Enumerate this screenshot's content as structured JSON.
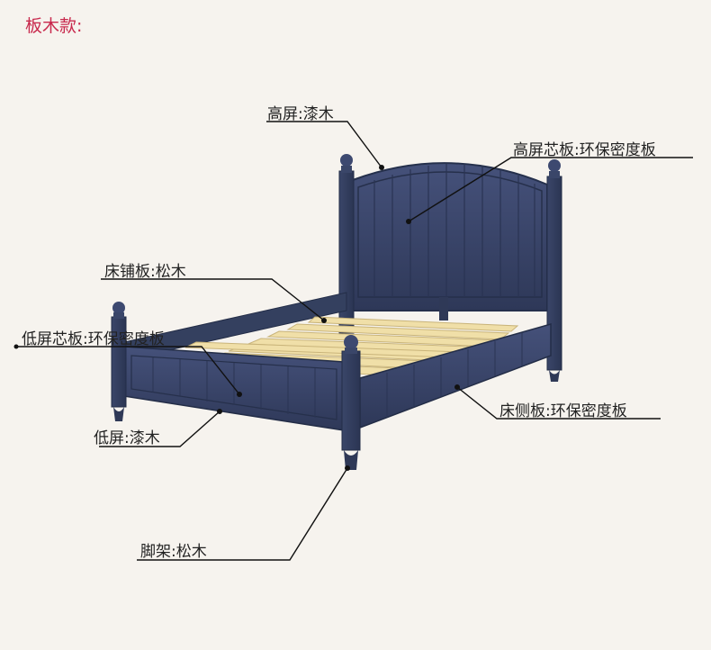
{
  "section_title": "板木款:",
  "labels": {
    "headboard": "高屏:漆木",
    "headboard_panel": "高屏芯板:环保密度板",
    "slats": "床铺板:松木",
    "footboard_panel": "低屏芯板:环保密度板",
    "side_rail": "床侧板:环保密度板",
    "footboard": "低屏:漆木",
    "legs": "脚架:松木"
  },
  "colors": {
    "background": "#f6f3ee",
    "accent": "#c8294d",
    "bed_navy": "#39456a",
    "slat_wood": "#f0dfa8"
  }
}
